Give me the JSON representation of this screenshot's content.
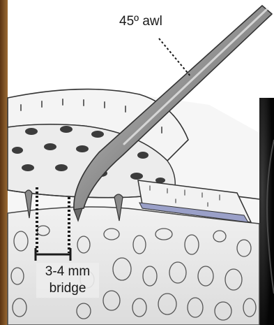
{
  "labels": {
    "awl": "45º awl",
    "bridge_size": "3-4 mm",
    "bridge_word": "bridge"
  },
  "colors": {
    "left_edge_photo": "#7a4f24",
    "right_arthroscopic_inset": "#0c0c0c",
    "bone_fill": "#ececec",
    "cartilage_fill": "#f3f3f3",
    "labrum_band": "#9aa0c8",
    "awl_steel": "#9a9a9a",
    "line_ink": "#1a1a1a"
  },
  "icons": {
    "pointer": "dotted-leader-line",
    "measurement": "dimension-bracket"
  }
}
